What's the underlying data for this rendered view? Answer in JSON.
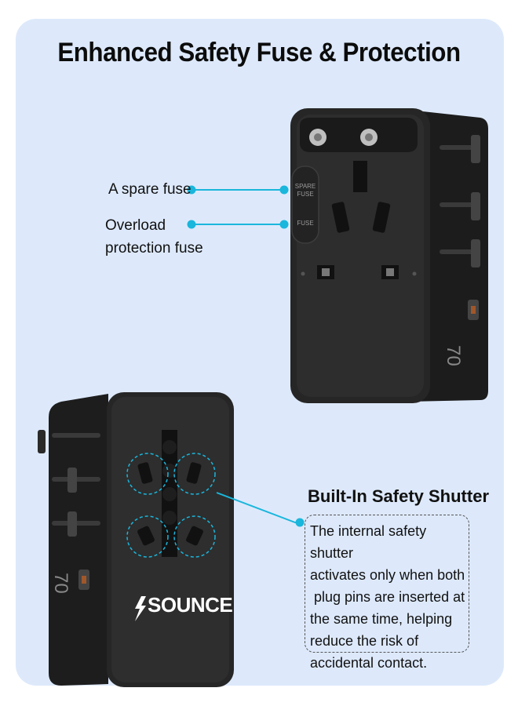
{
  "title": "Enhanced Safety Fuse & Protection",
  "callouts": {
    "spare_fuse": "A spare fuse",
    "overload_line1": "Overload",
    "overload_line2": "protection fuse"
  },
  "device_labels": {
    "spare_fuse_line1": "SPARE",
    "spare_fuse_line2": "FUSE",
    "fuse": "FUSE"
  },
  "shutter": {
    "title": "Built-In Safety Shutter",
    "lines": [
      "The internal safety shutter",
      "activates only when both",
      " plug pins are inserted at",
      "the same time, helping",
      "reduce the risk of",
      "accidental contact."
    ]
  },
  "brand": "SOUNCE",
  "colors": {
    "panel": "#dde9fb",
    "device": "#252525",
    "device_face": "#2f2f2f",
    "accent": "#1ab6dc"
  }
}
